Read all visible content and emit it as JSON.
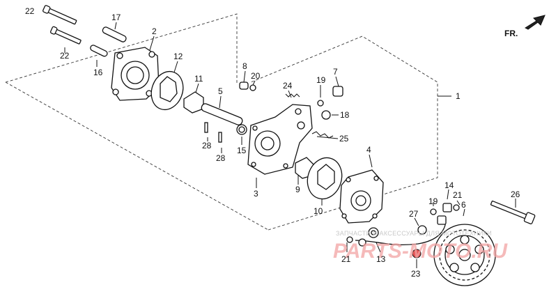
{
  "diagram": {
    "orientation_marker": "FR.",
    "watermark": {
      "caption": "ЗАПЧАСТИ И АКСЕССУАРЫ ДЛЯ МОТОТЕХНИКИ",
      "site": "PARTS-MOTO.RU"
    },
    "callouts": [
      "22",
      "17",
      "2",
      "22",
      "16",
      "12",
      "11",
      "5",
      "8",
      "20",
      "24",
      "19",
      "7",
      "1",
      "18",
      "25",
      "28",
      "28",
      "15",
      "3",
      "4",
      "9",
      "10",
      "14",
      "19",
      "21",
      "6",
      "26",
      "27",
      "21",
      "13",
      "23"
    ]
  }
}
